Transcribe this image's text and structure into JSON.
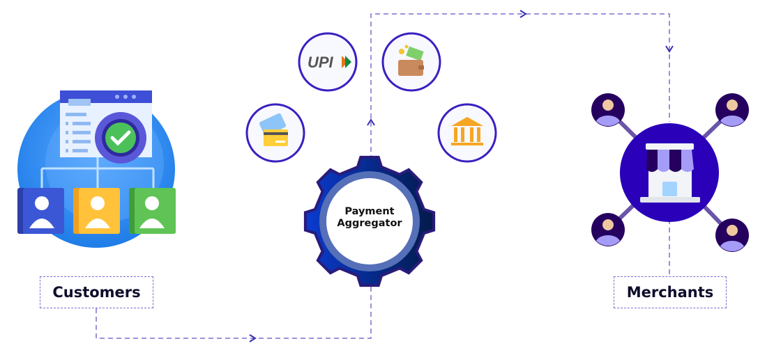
{
  "title": "Payment Aggregator",
  "center_label_line1": "Payment",
  "center_label_line2": "Aggregator",
  "customers_label": "Customers",
  "merchants_label": "Merchants",
  "payment_methods": [
    {
      "name": "card",
      "icon": "credit-card-icon"
    },
    {
      "name": "UPI",
      "icon": "upi-logo-icon",
      "text": "UPI"
    },
    {
      "name": "wallet",
      "icon": "wallet-icon"
    },
    {
      "name": "bank",
      "icon": "bank-icon"
    }
  ],
  "colors": {
    "accent": "#3a1fc0",
    "dash": "#7a6fd0",
    "merchant": "#2a00b8",
    "customer_blue": "#2f8ef5"
  }
}
